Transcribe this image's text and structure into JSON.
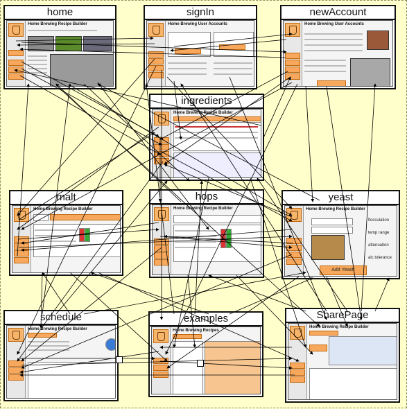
{
  "screens": [
    {
      "id": "home",
      "title": "home",
      "app_title": "Home Brewing Recipe Builder"
    },
    {
      "id": "signin",
      "title": "signIn",
      "app_title": "Home Brewing User Accounts"
    },
    {
      "id": "newaccount",
      "title": "newAccount",
      "app_title": "Home Brewing User Accounts"
    },
    {
      "id": "ingredients",
      "title": "ingredients",
      "app_title": "Home Brewing Recipe Builder"
    },
    {
      "id": "malt",
      "title": "malt",
      "app_title": "Home Brewing Recipe Builder"
    },
    {
      "id": "hops",
      "title": "hops",
      "app_title": "Home Brewing Recipe Builder"
    },
    {
      "id": "yeast",
      "title": "yeast",
      "app_title": "Home Brewing Recipe Builder"
    },
    {
      "id": "schedule",
      "title": "schedule",
      "app_title": "Home Brewing Recipe Builder"
    },
    {
      "id": "examples",
      "title": "examples",
      "app_title": "Home Brewing Recipes"
    },
    {
      "id": "sharepage",
      "title": "SharePage",
      "app_title": "Home Brewing Recipe Builder"
    }
  ],
  "yeast_details": {
    "labels": [
      "flocculation",
      "temp range",
      "attenuation",
      "alc tolerance"
    ],
    "button": "Add Yeast!"
  },
  "colors": {
    "background": "#ffffcc",
    "accent": "#f7a85c",
    "border": "#111111"
  }
}
